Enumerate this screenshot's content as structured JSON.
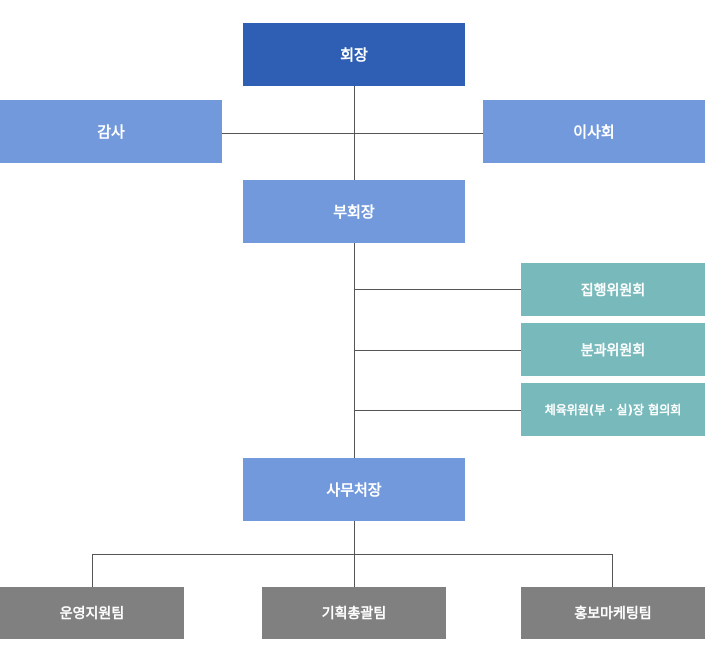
{
  "org_chart": {
    "chairman": "회장",
    "auditor": "감사",
    "board": "이사회",
    "vice_chairman": "부회장",
    "committees": [
      "집행위원회",
      "분과위원회",
      "체육위원(부ㆍ실)장 협의회"
    ],
    "secretary_general": "사무처장",
    "teams": [
      "운영지원팀",
      "기획총괄팀",
      "홍보마케팅팀"
    ]
  },
  "colors": {
    "chairman_fill": "#2f5fb5",
    "executive_fill": "#7199dc",
    "committee_fill": "#78b9bb",
    "team_fill": "#808080",
    "connector": "#555555",
    "text": "#ffffff"
  }
}
